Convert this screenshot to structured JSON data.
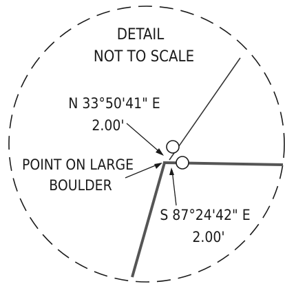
{
  "detail": {
    "title": "DETAIL",
    "subtitle": "NOT TO SCALE"
  },
  "callouts": {
    "north": {
      "bearing": "N 33°50'41\" E",
      "distance": "2.00'"
    },
    "point": {
      "line1": "POINT ON LARGE",
      "line2": "BOULDER"
    },
    "south": {
      "bearing": "S 87°24'42\" E",
      "distance": "2.00'"
    }
  },
  "colors": {
    "ink": "#1a1a1a",
    "heavy_line": "#555555",
    "background": "#ffffff"
  }
}
